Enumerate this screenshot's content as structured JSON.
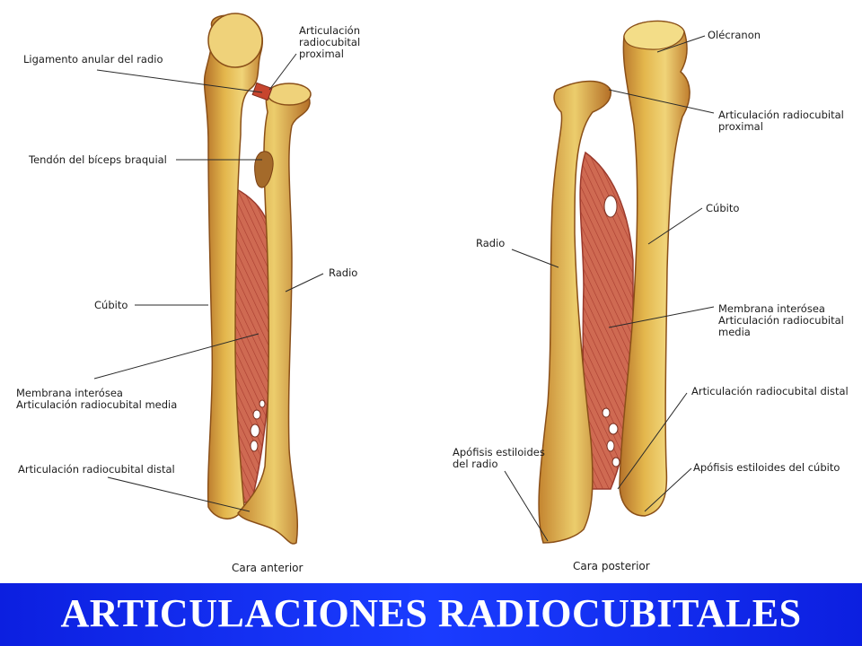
{
  "diagram": {
    "anterior": {
      "caption": "Cara anterior",
      "labels": {
        "ligamento": "Ligamento anular del radio",
        "art_prox": "Articulación\nradiocubital\nproximal",
        "tendon": "Tendón del bíceps braquial",
        "radio": "Radio",
        "cubito": "Cúbito",
        "membrana": "Membrana interósea\nArticulación radiocubital media",
        "art_distal": "Articulación radiocubital distal"
      }
    },
    "posterior": {
      "caption": "Cara posterior",
      "labels": {
        "olecranon": "Olécranon",
        "art_prox": "Articulación radiocubital\nproximal",
        "cubito": "Cúbito",
        "radio": "Radio",
        "membrana": "Membrana interósea\nArticulación radiocubital\nmedia",
        "art_distal": "Articulación radiocubital distal",
        "apofisis_radio": "Apófisis estiloides\ndel radio",
        "apofisis_cubito": "Apófisis estiloides del cúbito"
      }
    }
  },
  "footer": {
    "title": "ARTICULACIONES RADIOCUBITALES"
  },
  "colors": {
    "bone": "#e2b54a",
    "bone_shadow": "#b06a22",
    "bone_light": "#f3dd88",
    "membrane": "#c95a45",
    "title_bar": "#1a3cff",
    "title_text": "#ffffff"
  }
}
